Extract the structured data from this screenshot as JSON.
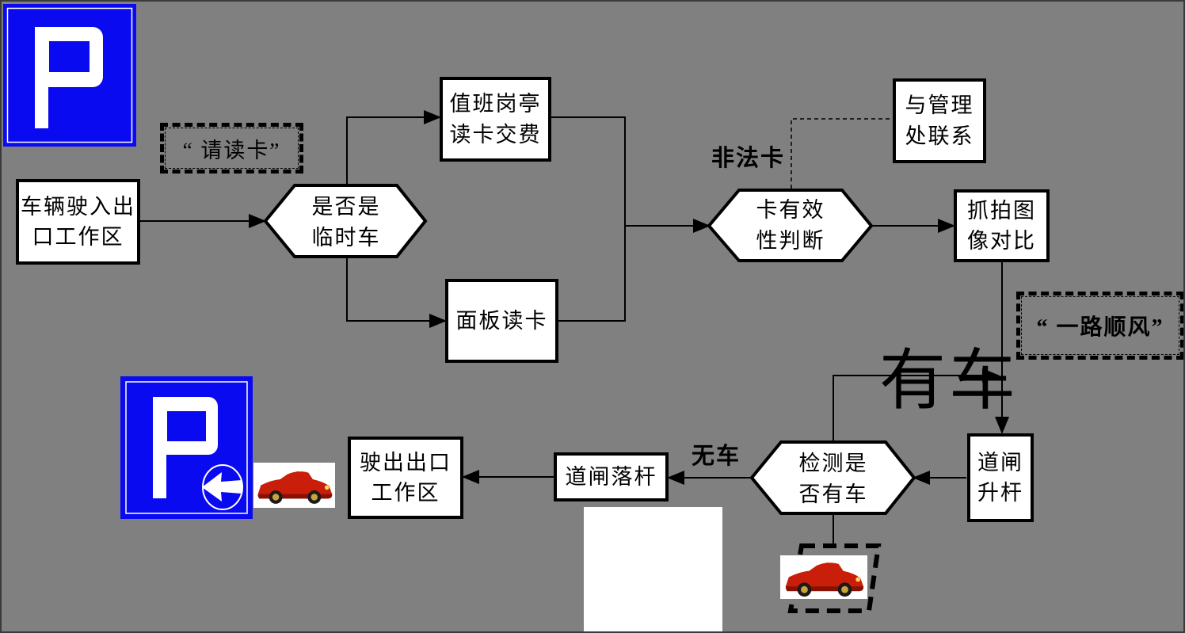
{
  "canvas": {
    "bg": "#808080",
    "border": "#3a3a3a"
  },
  "colors": {
    "sign_blue": "#0a0af0",
    "box_bg": "#ffffff",
    "box_border": "#000000",
    "line": "#000000",
    "car_red": "#c81e0a"
  },
  "signs": {
    "entry": {
      "letter": "P"
    },
    "exit": {
      "letter": "P",
      "arrow_direction": "left"
    }
  },
  "prompts": {
    "read_card": "“ 请读卡”",
    "good_trip": "“ 一路顺风”"
  },
  "nodes": {
    "enter": {
      "lines": [
        "车辆驶入出",
        "口工作区"
      ]
    },
    "is_temp": {
      "lines": [
        "是否是",
        "临时车"
      ]
    },
    "duty": {
      "lines": [
        "值班岗亭",
        "读卡交费"
      ]
    },
    "panel": {
      "lines": [
        "面板读卡"
      ]
    },
    "valid": {
      "lines": [
        "卡有效",
        "性判断"
      ]
    },
    "contact": {
      "lines": [
        "与管理",
        "处联系"
      ]
    },
    "capture": {
      "lines": [
        "抓拍图",
        "像对比"
      ]
    },
    "raise": {
      "lines": [
        "道闸",
        "升杆"
      ]
    },
    "detect": {
      "lines": [
        "检测是",
        "否有车"
      ]
    },
    "lower": {
      "lines": [
        "道闸落杆"
      ]
    },
    "exit": {
      "lines": [
        "驶出出口",
        "工作区"
      ]
    }
  },
  "labels": {
    "illegal_card": "非法卡",
    "has_car": "有车",
    "no_car": "无车"
  }
}
